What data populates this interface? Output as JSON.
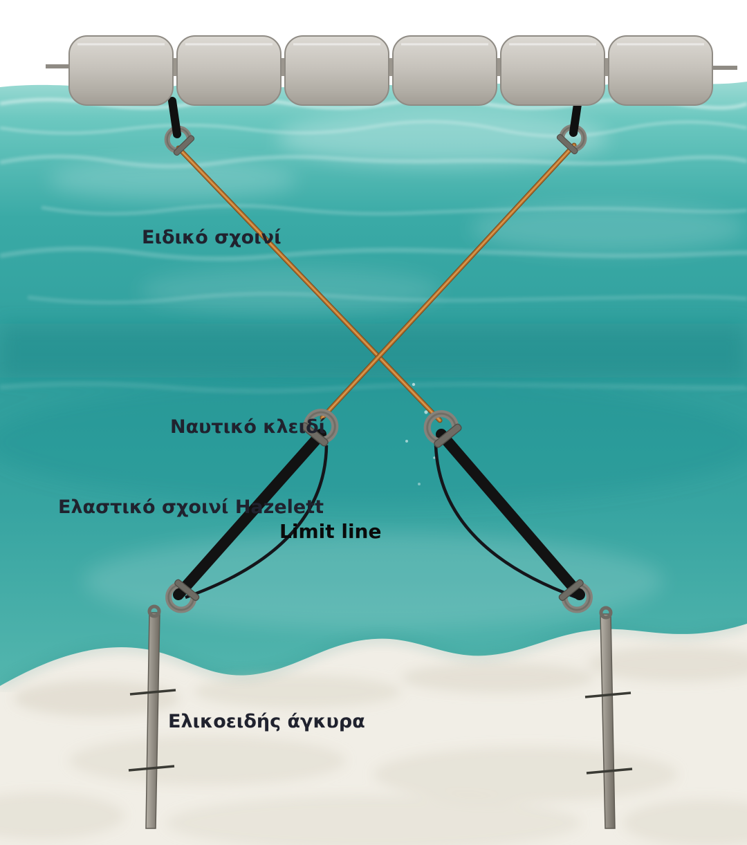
{
  "diagram": {
    "type": "mooring-anchoring-illustration",
    "labels": {
      "special_rope": "Ειδικό σχοινί",
      "shackle": "Ναυτικό κλειδί",
      "hazelett_rope": "Ελαστικό σχοινί Hazelett",
      "limit_line": "Limit line",
      "helical_anchor": "Ελικοειδής άγκυρα"
    },
    "colors": {
      "water_surface": "#9ddbd4",
      "water_mid": "#2f9e9c",
      "water_dark_band": "#157f80",
      "sand": "#f1eee6",
      "special_rope": "#b5722f",
      "special_rope_highlight": "#dd9c51",
      "hazelett_rope": "#121212",
      "float_module_light": "#d8d5cf",
      "float_module_dark": "#a9a49c",
      "metal_hardware": "#85827b",
      "anchor_rod": "#9a958c",
      "label_text": "#20222e"
    }
  }
}
